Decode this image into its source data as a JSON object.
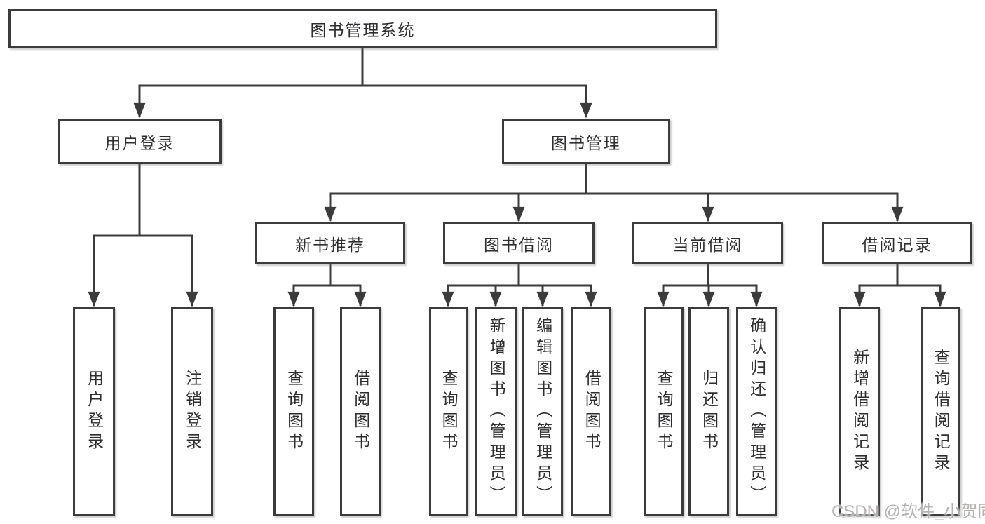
{
  "tree": {
    "label": "图书管理系统",
    "children": [
      {
        "label": "用户登录",
        "children": [
          {
            "label": "用户登录"
          },
          {
            "label": "注销登录"
          }
        ]
      },
      {
        "label": "图书管理",
        "children": [
          {
            "label": "新书推荐",
            "children": [
              {
                "label": "查询图书"
              },
              {
                "label": "借阅图书"
              }
            ]
          },
          {
            "label": "图书借阅",
            "children": [
              {
                "label": "查询图书"
              },
              {
                "label": "新增图书（管理员）"
              },
              {
                "label": "编辑图书（管理员）"
              },
              {
                "label": "借阅图书"
              }
            ]
          },
          {
            "label": "当前借阅",
            "children": [
              {
                "label": "查询图书"
              },
              {
                "label": "归还图书"
              },
              {
                "label": "确认归还（管理员）"
              }
            ]
          },
          {
            "label": "借阅记录",
            "children": [
              {
                "label": "新增借阅记录"
              },
              {
                "label": "查询借阅记录"
              }
            ]
          }
        ]
      }
    ]
  },
  "watermark": "CSDN @软件_小贺同学",
  "colors": {
    "line": "#3b3b3d",
    "text": "#2e2e30",
    "watermark": "#b4b2b0"
  }
}
